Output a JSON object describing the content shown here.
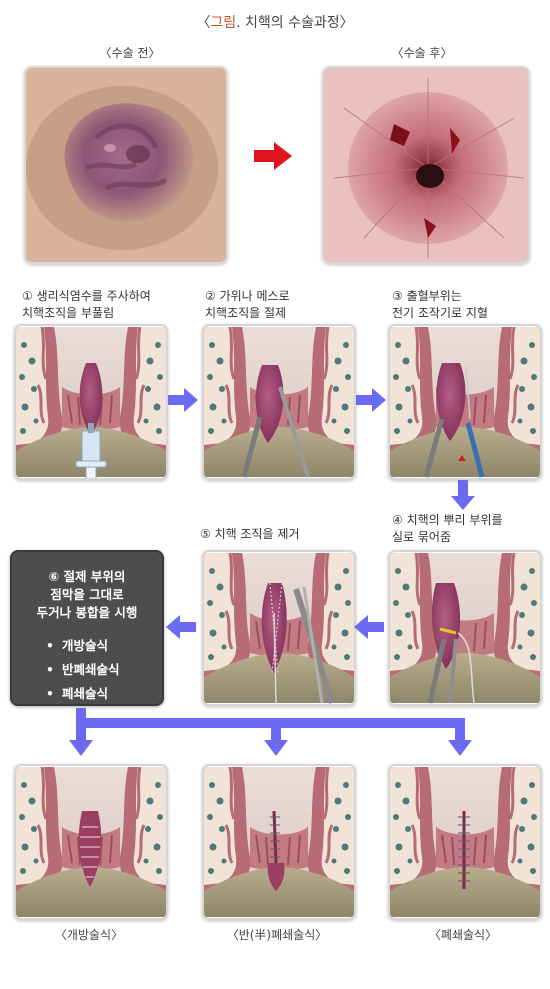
{
  "title": {
    "accent": "그림",
    "rest": ". 치핵의 수술과정"
  },
  "photos": {
    "before_label": "〈수술 전〉",
    "after_label": "〈수술 후〉"
  },
  "steps": [
    {
      "line1": "① 생리식염수를 주사하여",
      "line2": "치핵조직을 부풀림"
    },
    {
      "line1": "② 가위나 메스로",
      "line2": "치핵조직을 절제"
    },
    {
      "line1": "③ 출혈부위는",
      "line2": "전기 조작기로 지혈"
    },
    {
      "line1": "④ 치핵의 뿌리 부위를",
      "line2": "실로 묶어줌"
    },
    {
      "line1": "⑤ 치핵 조직을 제거",
      "line2": ""
    }
  ],
  "step6": {
    "line1": "⑥ 절제 부위의",
    "line2": "점막을 그대로",
    "line3": "두거나 봉합을 시행",
    "options": [
      "개방술식",
      "반폐쇄술식",
      "폐쇄술식"
    ]
  },
  "results": [
    "〈개방술식〉",
    "〈반(半)폐쇄술식〉",
    "〈폐쇄술식〉"
  ],
  "colors": {
    "arrow": "#6a6af2",
    "red_arrow": "#e0141e",
    "dark_box": "#4d4d4d",
    "accent": "#c8501e"
  }
}
